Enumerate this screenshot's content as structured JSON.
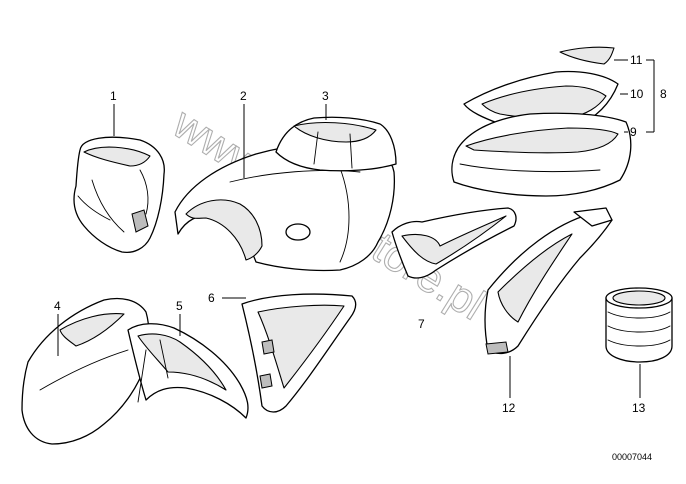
{
  "diagram": {
    "labels": [
      {
        "id": "1",
        "text": "1"
      },
      {
        "id": "2",
        "text": "2"
      },
      {
        "id": "3",
        "text": "3"
      },
      {
        "id": "4",
        "text": "4"
      },
      {
        "id": "5",
        "text": "5"
      },
      {
        "id": "6",
        "text": "6"
      },
      {
        "id": "7",
        "text": "7"
      },
      {
        "id": "8",
        "text": "8"
      },
      {
        "id": "9",
        "text": "9"
      },
      {
        "id": "10",
        "text": "10"
      },
      {
        "id": "11",
        "text": "11"
      },
      {
        "id": "12",
        "text": "12"
      },
      {
        "id": "13",
        "text": "13"
      }
    ],
    "watermark": "www.BMWstore.pl",
    "document_id": "00007044"
  }
}
